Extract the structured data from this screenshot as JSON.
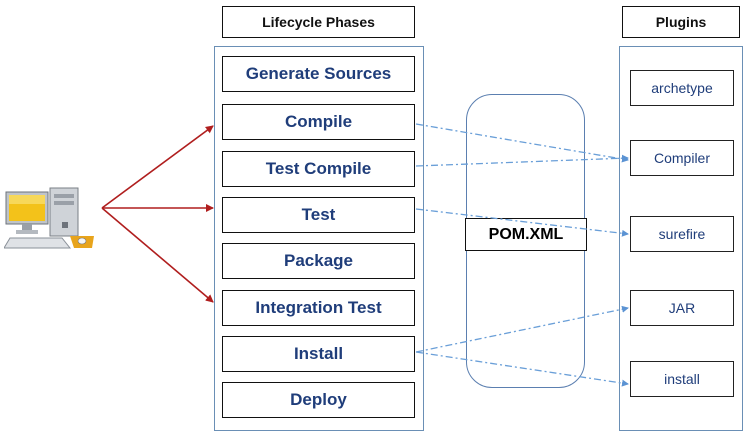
{
  "headers": {
    "lifecycle": "Lifecycle Phases",
    "plugins": "Plugins"
  },
  "phases": [
    "Generate Sources",
    "Compile",
    "Test Compile",
    "Test",
    "Package",
    "Integration Test",
    "Install",
    "Deploy"
  ],
  "pom": {
    "label": "POM.XML"
  },
  "plugins": [
    "archetype",
    "Compiler",
    "surefire",
    "JAR",
    "install"
  ],
  "colors": {
    "arrow_red": "#b01e1e",
    "dash_blue": "#6a9fd8",
    "phase_text": "#1f3d7a",
    "panel_border": "#6a8fb5"
  },
  "icons": {
    "computer": "computer-icon"
  }
}
